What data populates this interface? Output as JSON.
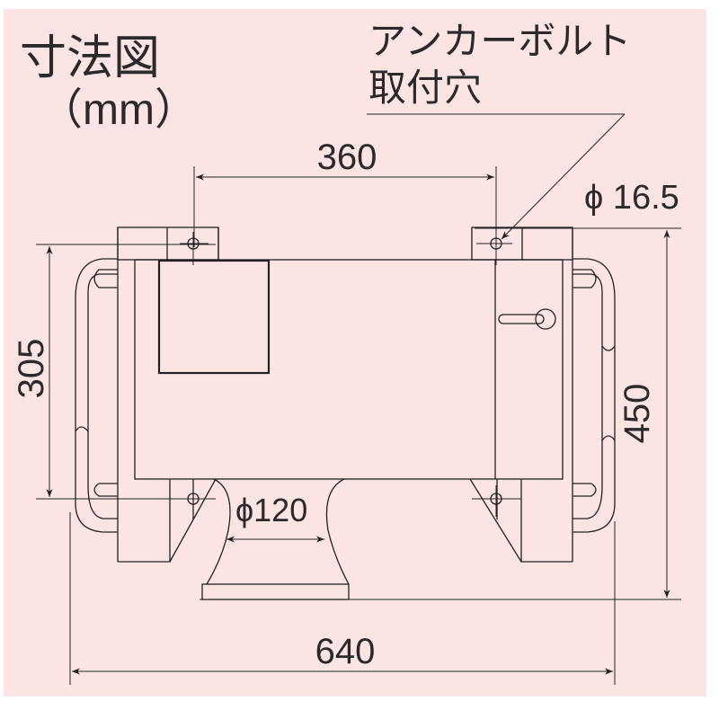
{
  "title": {
    "line1": "寸法図",
    "line2": "（mm）"
  },
  "callout": {
    "line1": "アンカーボルト",
    "line2": "取付穴"
  },
  "dimensions": {
    "bolt_spacing_width": "360",
    "bolt_hole_diameter": "ϕ 16.5",
    "bolt_spacing_depth": "305",
    "overall_depth": "450",
    "outlet_diameter": "ϕ120",
    "overall_width": "640"
  },
  "colors": {
    "background": "#fde4e4",
    "line": "#222222",
    "text": "#2a2a2a"
  }
}
